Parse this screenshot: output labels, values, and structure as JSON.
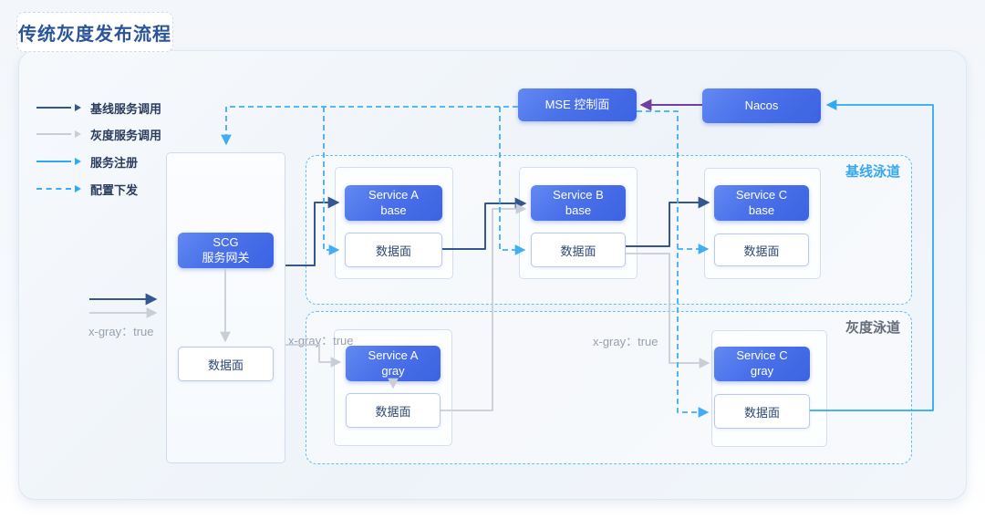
{
  "title": "传统灰度发布流程",
  "legend": {
    "items": [
      {
        "label": "基线服务调用",
        "type": "solid-dark-blue"
      },
      {
        "label": "灰度服务调用",
        "type": "solid-gray"
      },
      {
        "label": "服务注册",
        "type": "solid-cyan"
      },
      {
        "label": "配置下发",
        "type": "dashed-cyan"
      }
    ]
  },
  "swimlanes": {
    "baseline": "基线泳道",
    "gray": "灰度泳道"
  },
  "nodes": {
    "mse": {
      "label": "MSE 控制面"
    },
    "nacos": {
      "label": "Nacos"
    },
    "scg": {
      "l1": "SCG",
      "l2": "服务网关"
    },
    "a_base": {
      "l1": "Service A",
      "l2": "base"
    },
    "b_base": {
      "l1": "Service B",
      "l2": "base"
    },
    "c_base": {
      "l1": "Service C",
      "l2": "base"
    },
    "a_gray": {
      "l1": "Service A",
      "l2": "gray"
    },
    "c_gray": {
      "l1": "Service C",
      "l2": "gray"
    }
  },
  "labels": {
    "data_plane": "数据面"
  },
  "annotations": {
    "x_gray": "x-gray：true"
  },
  "colors": {
    "baseline_call": "#35578f",
    "gray_call": "#c9cdd6",
    "service_registration": "#2ea9f5",
    "config_push": "#41aef3",
    "nacos_to_mse": "#703f9f",
    "node_blue_top": "#6289f2",
    "node_blue_bottom": "#3c63e2",
    "swimlane_border": "#5fc0f5",
    "title_text": "#2b5499"
  }
}
